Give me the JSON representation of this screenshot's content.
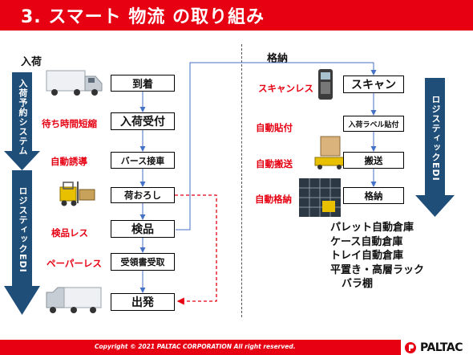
{
  "title": "3. スマート 物流 の取り組み",
  "left_section_title": "入荷",
  "right_section_title": "格納",
  "left_flow": {
    "boxes": [
      "到着",
      "入荷受付",
      "バース接車",
      "荷おろし",
      "検品",
      "受領書受取",
      "出発"
    ],
    "labels": [
      "待ち時間短縮",
      "自動誘導",
      "検品レス",
      "ペーパーレス"
    ],
    "arrow_top": "入荷予約システム",
    "arrow_bottom": "ロジスティックEDI"
  },
  "right_flow": {
    "boxes": [
      "スキャン",
      "入荷ラベル貼付",
      "搬送",
      "格納"
    ],
    "labels": [
      "スキャンレス",
      "自動貼付",
      "自動搬送",
      "自動格納"
    ],
    "arrow": "ロジスティックEDI"
  },
  "storage_types": [
    "パレット自動倉庫",
    "ケース自動倉庫",
    "トレイ自動倉庫",
    "平置き・高層ラック",
    "バラ棚"
  ],
  "footer": {
    "copyright": "Copyright © 2021 PALTAC CORPORATION All right reserved.",
    "brand": "PALTAC"
  },
  "colors": {
    "brand_red": "#e60012",
    "arrow_blue": "#1f4e79",
    "connector_blue": "#4472c4"
  }
}
